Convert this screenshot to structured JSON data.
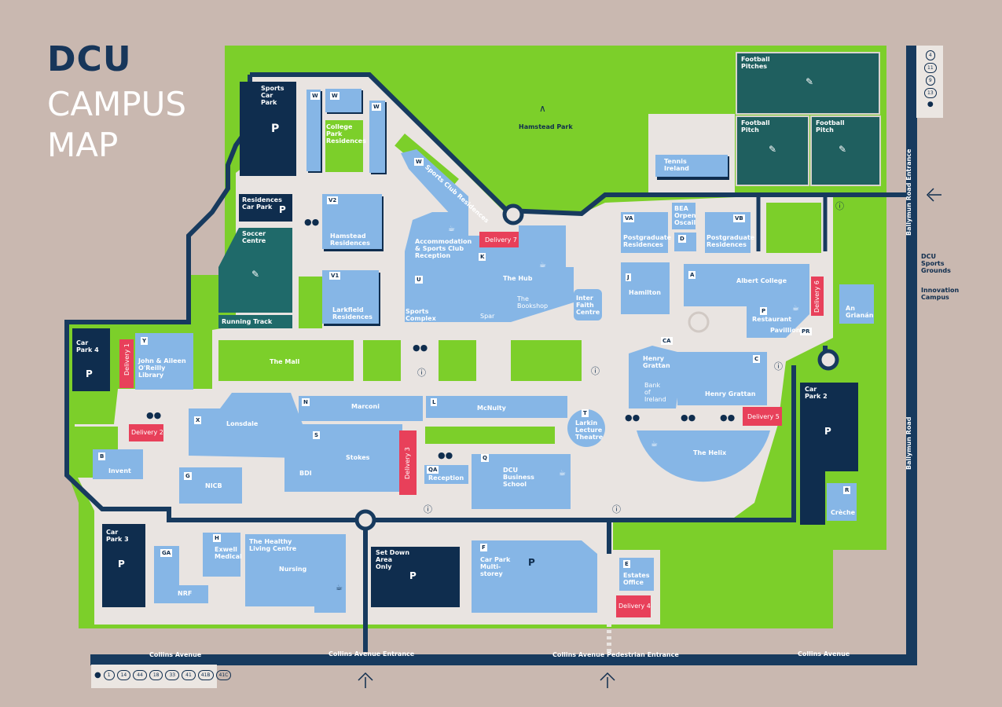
{
  "title": {
    "line1": "DCU",
    "line2": "CAMPUS",
    "line3": "MAP"
  },
  "colors": {
    "background": "#c9b8b0",
    "green": "#7ccf2a",
    "building": "#86b6e6",
    "navy": "#0f2d4e",
    "teal": "#1f5f5f",
    "path": "#e9e4e1",
    "delivery": "#e8405a"
  },
  "landmarks": {
    "hamstead_park": "Hamstead Park",
    "football_pitches": "Football Pitches",
    "football_pitch_1": "Football Pitch",
    "football_pitch_2": "Football Pitch",
    "tennis_ireland": "Tennis Ireland",
    "sports_car_park": "Sports Car Park",
    "college_park_residences": "College Park Residences",
    "sports_club_residences": "Sports Club Residences",
    "residences_car_park": "Residences Car Park",
    "soccer_centre": "Soccer Centre",
    "running_track": "Running Track",
    "hamstead_residences": "Hamstead Residences",
    "larkfield_residences": "Larkfield Residences",
    "accommodation": "Accommodation & Sports Club Reception",
    "sports_complex": "Sports Complex",
    "the_hub": "The Hub",
    "the_bookshop": "The Bookshop",
    "spar": "Spar",
    "inter_faith": "Inter Faith Centre",
    "postgrad_res_1": "Postgraduate Residences",
    "bea_orpen": "BEA Orpen Oscail",
    "postgrad_res_2": "Postgraduate Residences",
    "hamilton": "Hamilton",
    "albert_college": "Albert College",
    "restaurant": "Restaurant",
    "pavillion": "Pavillion",
    "an_grianan": "An Grianán",
    "car_park_4": "Car Park 4",
    "library": "John & Aileen O'Reilly Library",
    "the_mall": "The Mall",
    "henry_grattan_1": "Henry Grattan",
    "bank_of_ireland": "Bank of Ireland",
    "henry_grattan_2": "Henry Grattan",
    "lonsdale": "Lonsdale",
    "marconi": "Marconi",
    "mcnulty": "McNulty",
    "larkin": "Larkin Lecture Theatre",
    "invent": "Invent",
    "nicb": "NICB",
    "stokes": "Stokes",
    "bdi": "BDI",
    "reception": "Reception",
    "business_school": "DCU Business School",
    "the_helix": "The Helix",
    "car_park_2": "Car Park 2",
    "creche": "Crèche",
    "car_park_3": "Car Park 3",
    "exwell": "Exwell Medical",
    "healthy_living": "The Healthy Living Centre",
    "nursing": "Nursing",
    "nrf": "NRF",
    "set_down": "Set Down Area Only",
    "car_park_ms": "Car Park Multi-storey",
    "estates": "Estates Office"
  },
  "letters": [
    "W",
    "W",
    "W",
    "W",
    "V2",
    "V1",
    "U",
    "K",
    "VA",
    "D",
    "VB",
    "J",
    "A",
    "P",
    "PR",
    "Y",
    "CA",
    "C",
    "X",
    "N",
    "L",
    "T",
    "S",
    "B",
    "G",
    "QA",
    "Q",
    "R",
    "H",
    "GA",
    "F",
    "E"
  ],
  "deliveries": [
    "Delivery 1",
    "Delivery 2",
    "Delivery 3",
    "Delivery 4",
    "Delivery 5",
    "Delivery 6",
    "Delivery 7"
  ],
  "roads": {
    "collins_avenue_left": "Collins Avenue",
    "collins_avenue_entrance": "Collins Avenue Entrance",
    "collins_avenue_pedestrian": "Collins Avenue Pedestrian Entrance",
    "collins_avenue_right": "Collins Avenue",
    "ballymun_entrance": "Ballymun Road Entrance",
    "ballymun_road": "Ballymun Road"
  },
  "directions": {
    "sports_grounds": "DCU Sports Grounds",
    "innovation": "Innovation Campus"
  },
  "bus_routes_bottom": [
    "1",
    "14",
    "44",
    "18",
    "33",
    "41",
    "41B",
    "41C"
  ],
  "bus_routes_right": [
    "4",
    "11",
    "9",
    "13"
  ]
}
